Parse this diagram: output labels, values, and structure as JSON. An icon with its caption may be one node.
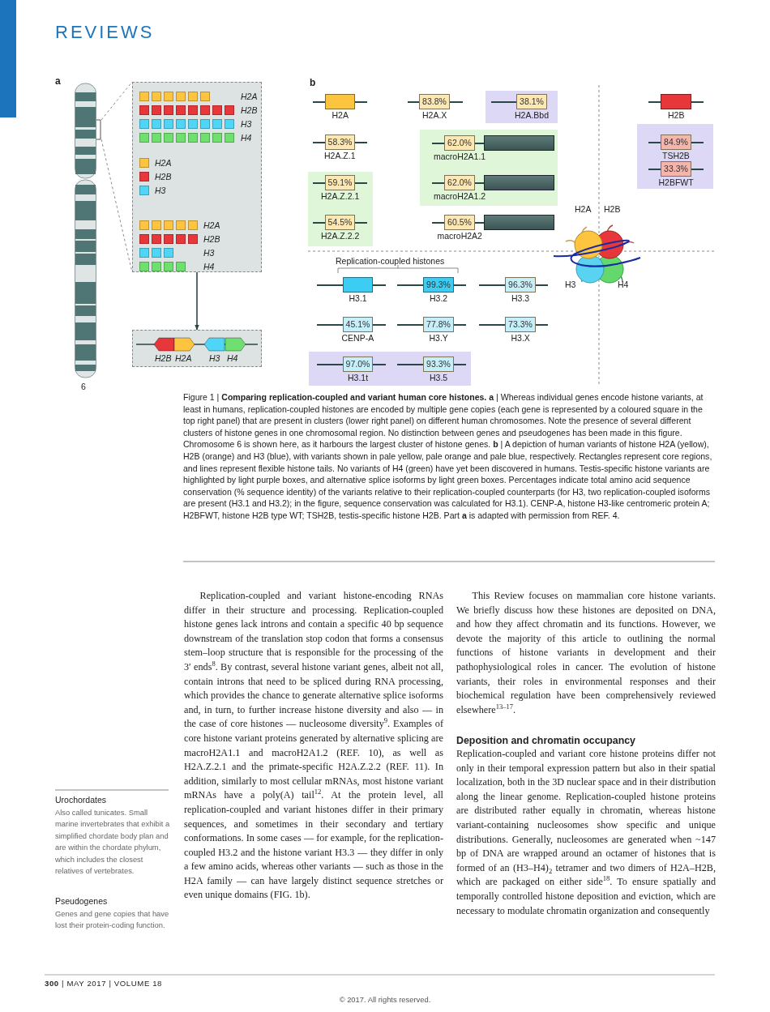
{
  "diagram": {
    "caption": "Figure 1 | **Comparing replication-coupled and variant human core histones. a** | Whereas individual genes encode histone variants, at least in humans, replication-coupled histones are encoded by multiple gene copies (each gene is represented by a coloured square in the top right panel) that are present in clusters (lower right panel) on different human chromosomes. Note the presence of several different clusters of histone genes in one chromosomal region. No distinction between genes and pseudogenes has been made in this figure. Chromosome 6 is shown here, as it harbours the largest cluster of histone genes. **b** | A depiction of human variants of histone H2A (yellow), H2B (orange) and H3 (blue), with variants shown in pale yellow, pale orange and pale blue, respectively. Rectangles represent core regions, and lines represent flexible histone tails. No variants of H4 (green) have yet been discovered in humans. Testis-specific histone variants are highlighted by light purple boxes, and alternative splice isoforms by light green boxes. Percentages indicate total amino acid sequence conservation (% sequence identity) of the variants relative to their replication-coupled counterparts (for H3, two replication-coupled isoforms are present (H3.1 and H3.2); in the figure, sequence conservation was calculated for H3.1). CENP-A, histone H3-like centromeric protein A; H2BFWT, histone H2B type WT; TSH2B, testis-specific histone H2B. Part **a** is adapted with permission from REF. 4.",
    "nodes": [
      {
        "text": [],
        "shape": "picture",
        "beside": [
          "6"
        ]
      },
      {
        "text": [
          "H2A",
          "H2B",
          "H3",
          "H4",
          "H2A",
          "H2B",
          "H3",
          "H2A",
          "H2B",
          "H3",
          "H4"
        ]
      },
      {
        "text": [
          "H2B",
          "H2A",
          "H3",
          "H4"
        ]
      },
      {
        "text": [
          "H2A"
        ]
      },
      {
        "text": [
          "83.8%",
          "H2A.X"
        ]
      },
      {
        "text": [],
        "shape": "box"
      },
      {
        "text": [
          "38.1%",
          "H2A.Bbd"
        ],
        "in": 5
      },
      {
        "text": [
          "H2B"
        ]
      },
      {
        "text": [],
        "shape": "box"
      },
      {
        "text": [
          "84.9%",
          "TSH2B"
        ],
        "in": 8
      },
      {
        "text": [
          "33.3%",
          "H2BFWT"
        ],
        "in": 8
      },
      {
        "text": [
          "58.3%",
          "H2A.Z.1"
        ]
      },
      {
        "text": [],
        "shape": "box"
      },
      {
        "text": [
          "62.0%",
          "macroH2A1.1"
        ],
        "in": 12
      },
      {
        "text": [
          "62.0%",
          "macroH2A1.2"
        ],
        "in": 12
      },
      {
        "text": [],
        "shape": "box"
      },
      {
        "text": [
          "59.1%",
          "H2A.Z.2.1"
        ],
        "in": 15
      },
      {
        "text": [
          "54.5%",
          "H2A.Z.2.2"
        ],
        "in": 15
      },
      {
        "text": [
          "60.5%",
          "macroH2A2"
        ]
      },
      {
        "text": [
          "H3.1"
        ]
      },
      {
        "text": [
          "99.3%",
          "H3.2"
        ]
      },
      {
        "text": [
          "96.3%",
          "H3.3"
        ]
      },
      {
        "text": [
          "45.1%",
          "CENP-A"
        ]
      },
      {
        "text": [
          "77.8%",
          "H3.Y"
        ]
      },
      {
        "text": [
          "73.3%",
          "H3.X"
        ]
      },
      {
        "text": [],
        "shape": "box"
      },
      {
        "text": [
          "97.0%",
          "H3.1t"
        ],
        "in": 25
      },
      {
        "text": [
          "93.3%",
          "H3.5"
        ],
        "in": 25
      }
    ],
    "edges": [
      {
        "from": 0,
        "to": 1,
        "arrow": "none",
        "style": "dashed",
        "color": "#8c8c8c"
      },
      {
        "from": 1,
        "to": 2,
        "arrow": "to",
        "color": "#2b4747"
      }
    ],
    "labels": [
      "REVIEWS",
      "a",
      "b",
      "H2A",
      "H2B",
      "Replication-coupled histones",
      "H3",
      "H4",
      "Urochordates",
      "Also called tunicates. Small marine invertebrates that exhibit a simplified chordate body plan and are within the chordate phylum, which includes the closest relatives of vertebrates.",
      "Replication-coupled and variant histone-encoding RNAs differ in their structure and processing. Replication-coupled histone genes lack introns and contain a specific 40 bp sequence downstream of the translation stop codon that forms a consensus stem–loop structure that is responsible for the processing of the 3′ ends$^{8}$. By contrast, several histone variant genes, albeit not all, contain introns that need to be spliced during RNA processing, which provides the chance to generate alternative splice isoforms and, in turn, to further increase histone diversity and also — in the case of core histones — nucleosome diversity$^{9}$. Examples of core histone variant proteins generated by alternative splicing are macroH2A1.1 and macroH2A1.2 (REF. 10), as well as H2A.Z.2.1 and the primate-specific H2A.Z.2.2 (REF. 11). In addition, similarly to most cellular mRNAs, most histone variant mRNAs have a poly(A) tail$^{12}$. At the protein level, all replication-coupled and variant histones differ in their primary sequences, and sometimes in their secondary and tertiary conformations. In some cases — for example, for the replication-coupled H3.2 and the histone variant H3.3 — they differ in only a few amino acids, whereas other variants — such as those in the H2A family — can have largely distinct sequence stretches or even unique domains (FIG. 1b).",
      "This Review focuses on mammalian core histone variants. We briefly discuss how these histones are deposited on DNA, and how they affect chromatin and its functions. However, we devote the majority of this article to outlining the normal functions of histone variants in development and their pathophysiological roles in cancer. The evolution of histone variants, their roles in environmental responses and their biochemical regulation have been comprehensively reviewed elsewhere$^{13–17}$.",
      "Pseudogenes",
      "Genes and gene copies that have lost their protein-coding function.",
      "Deposition and chromatin occupancy",
      "Replication-coupled and variant core histone proteins differ not only in their temporal expression pattern but also in their spatial localization, both in the 3D nuclear space and in their distribution along the linear genome. Replication-coupled histone proteins are distributed rather equally in chromatin, whereas histone variant-containing nucleosomes show specific and unique distributions. Generally, nucleosomes are generated when ~147 bp of DNA are wrapped around an octamer of histones that is formed of an (H3–H4)$_{2}$ tetramer and two dimers of H2A–H2B, which are packaged on either side$^{18}$. To ensure spatially and temporally controlled histone deposition and eviction, which are necessary to modulate chromatin organization and consequently",
      "**300** | MAY 2017 | VOLUME 18",
      "© 2017. All rights reserved."
    ]
  }
}
